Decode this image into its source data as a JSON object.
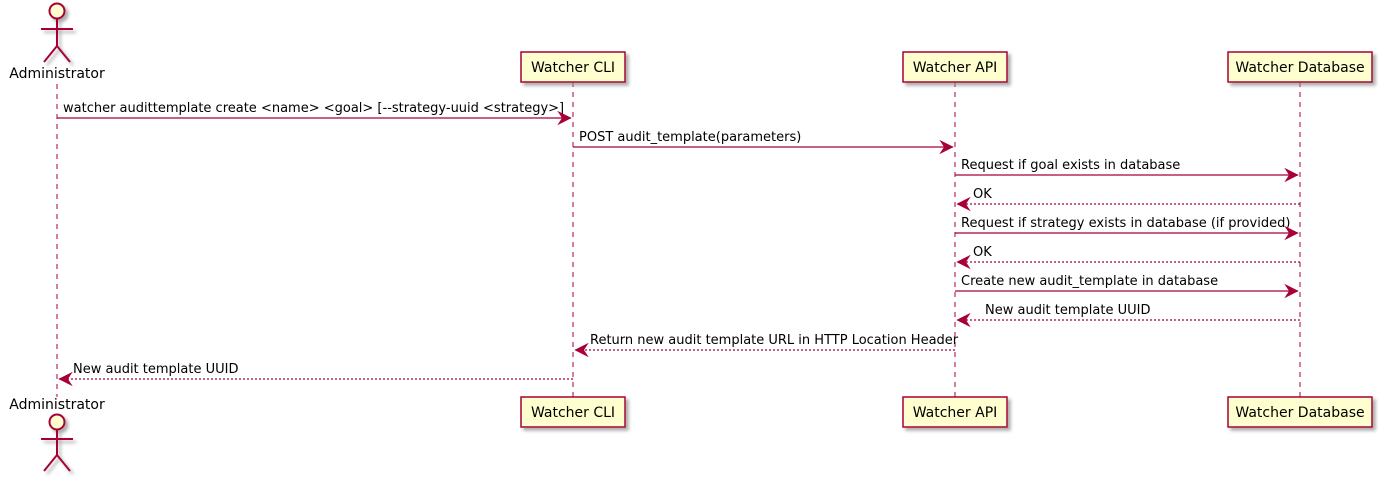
{
  "diagram": {
    "type": "sequence",
    "colors": {
      "accent": "#A80036",
      "participant_fill": "#FEFECE",
      "text_color": "#000000",
      "background": "#FFFFFF"
    },
    "actor": {
      "name": "Administrator"
    },
    "participants": [
      {
        "label": "Watcher CLI"
      },
      {
        "label": "Watcher API"
      },
      {
        "label": "Watcher Database"
      }
    ],
    "messages": [
      {
        "from": "Administrator",
        "to": "Watcher CLI",
        "style": "solid",
        "label": "watcher audittemplate create <name> <goal> [--strategy-uuid <strategy>]"
      },
      {
        "from": "Watcher CLI",
        "to": "Watcher API",
        "style": "solid",
        "label": "POST audit_template(parameters)"
      },
      {
        "from": "Watcher API",
        "to": "Watcher Database",
        "style": "solid",
        "label": "Request if goal exists in database"
      },
      {
        "from": "Watcher Database",
        "to": "Watcher API",
        "style": "dotted",
        "label": "OK"
      },
      {
        "from": "Watcher API",
        "to": "Watcher Database",
        "style": "solid",
        "label": "Request if strategy exists in database (if provided)"
      },
      {
        "from": "Watcher Database",
        "to": "Watcher API",
        "style": "dotted",
        "label": "OK"
      },
      {
        "from": "Watcher API",
        "to": "Watcher Database",
        "style": "solid",
        "label": "Create new audit_template in database"
      },
      {
        "from": "Watcher Database",
        "to": "Watcher API",
        "style": "dotted",
        "label": "New audit template UUID"
      },
      {
        "from": "Watcher API",
        "to": "Watcher CLI",
        "style": "dotted",
        "label": "Return new audit template URL in HTTP Location Header"
      },
      {
        "from": "Watcher CLI",
        "to": "Administrator",
        "style": "dotted",
        "label": "New audit template UUID"
      }
    ]
  }
}
